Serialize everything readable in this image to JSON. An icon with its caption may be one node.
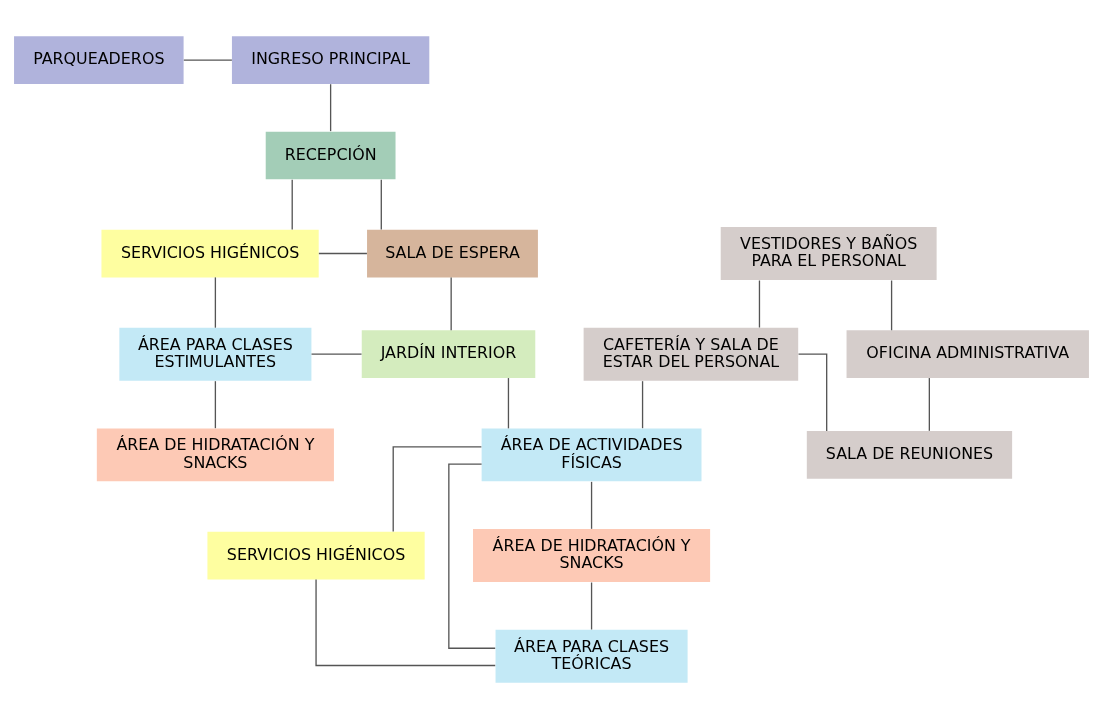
{
  "diagram": {
    "nodes": [
      {
        "text": [
          "PARQUEADEROS"
        ]
      },
      {
        "text": [
          "INGRESO PRINCIPAL"
        ]
      },
      {
        "text": [
          "RECEPCIÓN"
        ]
      },
      {
        "text": [
          "VESTIDORES Y BAÑOS PARA EL PERSONAL"
        ]
      },
      {
        "text": [
          "OFICINA ADMINISTRATIVA"
        ]
      },
      {
        "text": [
          "SERVICIOS HIGÉNICOS"
        ]
      },
      {
        "text": [
          "SALA DE ESPERA"
        ]
      },
      {
        "text": [
          "CAFETERÍA Y SALA DE ESTAR DEL PERSONAL"
        ]
      },
      {
        "text": [
          "SALA DE REUNIONES"
        ]
      },
      {
        "text": [
          "ÁREA PARA CLASES ESTIMULANTES"
        ]
      },
      {
        "text": [
          "JARDÍN INTERIOR"
        ]
      },
      {
        "text": [
          "ÁREA DE HIDRATACIÓN Y SNACKS"
        ]
      },
      {
        "text": [
          "ÁREA DE ACTIVIDADES FÍSICAS"
        ]
      },
      {
        "text": [
          "SERVICIOS HIGÉNICOS"
        ]
      },
      {
        "text": [
          "ÁREA DE HIDRATACIÓN Y SNACKS"
        ]
      },
      {
        "text": [
          "ÁREA PARA CLASES TEÓRICAS"
        ]
      }
    ],
    "edges": [
      {
        "from": 0,
        "to": 1,
        "arrow": "none"
      },
      {
        "from": 1,
        "to": 2,
        "arrow": "none"
      },
      {
        "from": 2,
        "to": 5,
        "arrow": "none"
      },
      {
        "from": 2,
        "to": 6,
        "arrow": "none"
      },
      {
        "from": 5,
        "to": 6,
        "arrow": "none"
      },
      {
        "from": 5,
        "to": 9,
        "arrow": "none"
      },
      {
        "from": 6,
        "to": 10,
        "arrow": "none"
      },
      {
        "from": 9,
        "to": 10,
        "arrow": "none"
      },
      {
        "from": 3,
        "to": 4,
        "arrow": "none"
      },
      {
        "from": 3,
        "to": 7,
        "arrow": "none"
      },
      {
        "from": 4,
        "to": 8,
        "arrow": "none"
      },
      {
        "from": 7,
        "to": 8,
        "arrow": "none"
      },
      {
        "from": 9,
        "to": 11,
        "arrow": "none"
      },
      {
        "from": 10,
        "to": 12,
        "arrow": "none"
      },
      {
        "from": 7,
        "to": 12,
        "arrow": "none"
      },
      {
        "from": 12,
        "to": 13,
        "arrow": "none"
      },
      {
        "from": 12,
        "to": 14,
        "arrow": "none"
      },
      {
        "from": 12,
        "to": 15,
        "arrow": "none"
      },
      {
        "from": 13,
        "to": 15,
        "arrow": "none"
      },
      {
        "from": 14,
        "to": 15,
        "arrow": "none"
      }
    ]
  }
}
